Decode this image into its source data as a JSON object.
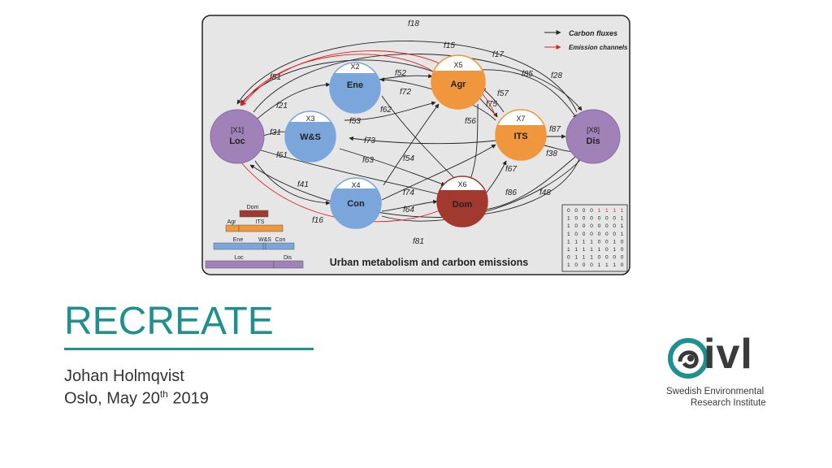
{
  "diagram": {
    "title": "Urban metabolism and carbon emissions",
    "legend": {
      "carbon": "Carbon fluxes",
      "emission": "Emission channels"
    },
    "nodes": {
      "loc": {
        "id": "[X1]",
        "name": "Loc"
      },
      "ene": {
        "id": "X2",
        "name": "Ene"
      },
      "ws": {
        "id": "X3",
        "name": "W&S"
      },
      "con": {
        "id": "X4",
        "name": "Con"
      },
      "agr": {
        "id": "X5",
        "name": "Agr"
      },
      "dom": {
        "id": "X6",
        "name": "Dom"
      },
      "its": {
        "id": "X7",
        "name": "ITS"
      },
      "dis": {
        "id": "[X8]",
        "name": "Dis"
      }
    },
    "flux_labels": {
      "f18": "f18",
      "f15": "f15",
      "f17": "f17",
      "f51": "f51",
      "f52": "f52",
      "f85": "f85",
      "f28": "f28",
      "f72": "f72",
      "f57": "f57",
      "f21": "f21",
      "f62": "f62",
      "f75": "f75",
      "f53": "f53",
      "f56": "f56",
      "f31": "f31",
      "f87": "f87",
      "f73": "f73",
      "f38": "f38",
      "f61": "f61",
      "f63": "f63",
      "f54": "f54",
      "f67": "f67",
      "f41": "f41",
      "f74": "f74",
      "f86": "f86",
      "f48": "f48",
      "f64": "f64",
      "f16": "f16",
      "f81": "f81"
    },
    "hierarchy": {
      "row1": [
        "Dom"
      ],
      "row2": [
        "Agr",
        "ITS"
      ],
      "row3": [
        "Ene",
        "W&S",
        "Con"
      ],
      "row4": [
        "Loc",
        "Dis"
      ]
    },
    "matrix": [
      "0 0 0 0 1 1 1 1",
      "1 0 0 0 0 0 0 1",
      "1 0 0 0 0 0 0 1",
      "1 0 0 0 0 0 0 1",
      "1 1 1 1 0 0 1 0",
      "1 1 1 1 1 0 1 0",
      "0 1 1 1 0 0 0 0",
      "1 0 0 0 1 1 1 0"
    ]
  },
  "presentation": {
    "title": "RECREATE",
    "author": "Johan Holmqvist",
    "event_prefix": "Oslo, May 20",
    "event_sup": "th",
    "event_suffix": " 2019"
  },
  "logo": {
    "wordmark": "ivl",
    "line1": "Swedish Environmental",
    "line2": "Research Institute"
  },
  "colors": {
    "accent": "#1f8f8f",
    "loc_dis": "#a082b8",
    "blue": "#7ba6dc",
    "orange": "#f0963c",
    "dom": "#a2392f",
    "emission": "#e02020"
  }
}
